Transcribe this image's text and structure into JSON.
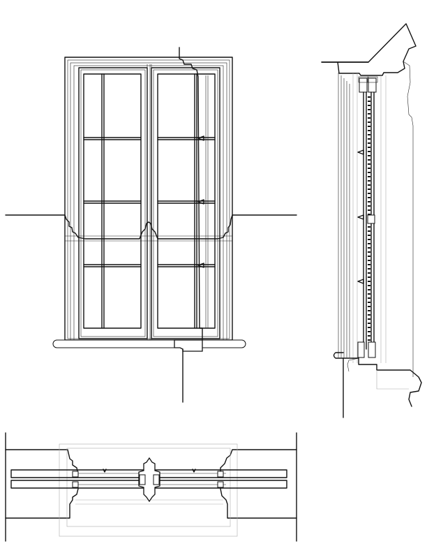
{
  "drawing": {
    "views": [
      "front-elevation",
      "vertical-section",
      "horizontal-section"
    ],
    "line_color": "#111111",
    "construction_line_color": "#aaaaaa",
    "background": "#ffffff"
  }
}
